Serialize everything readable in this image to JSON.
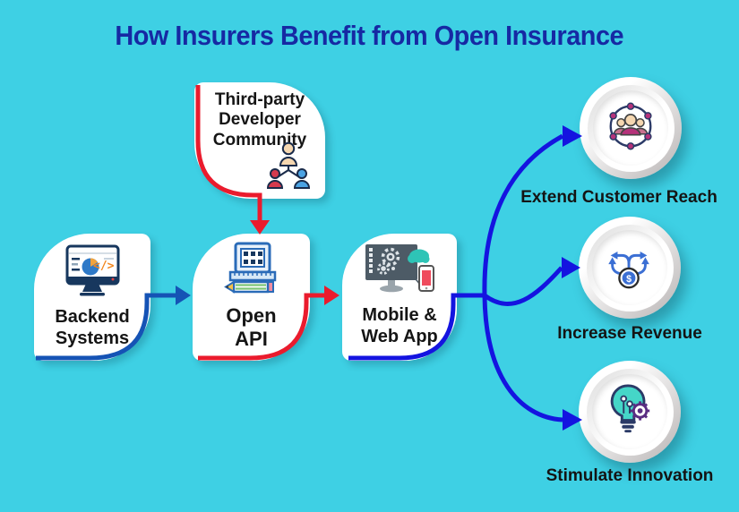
{
  "title": "How Insurers Benefit from Open Insurance",
  "colors": {
    "background": "#3ED0E4",
    "title_text": "#1629A3",
    "box_text": "#151515",
    "box_background": "#FFFFFF",
    "red_connector": "#EA1B2D",
    "blue_connector_dark": "#1553B5",
    "blue_connector_bright": "#1414E0"
  },
  "flow_nodes": {
    "third_party": {
      "lines": [
        "Third-party",
        "Developer",
        "Community"
      ],
      "icon": "people-hierarchy-icon"
    },
    "backend": {
      "lines": [
        "Backend",
        "Systems"
      ],
      "icon": "backend-monitor-icon"
    },
    "open_api": {
      "lines": [
        "Open",
        "API"
      ],
      "icon": "api-blueprint-icon"
    },
    "mobile_web": {
      "lines": [
        "Mobile &",
        "Web App"
      ],
      "icon": "mobile-web-app-icon"
    }
  },
  "benefits": [
    {
      "label": "Extend Customer Reach",
      "icon": "customer-network-icon"
    },
    {
      "label": "Increase Revenue",
      "icon": "revenue-arrows-icon"
    },
    {
      "label": "Stimulate Innovation",
      "icon": "innovation-bulb-icon"
    }
  ],
  "icons": {
    "backend_code_glyph": "</>",
    "revenue_currency_symbol": "$"
  }
}
